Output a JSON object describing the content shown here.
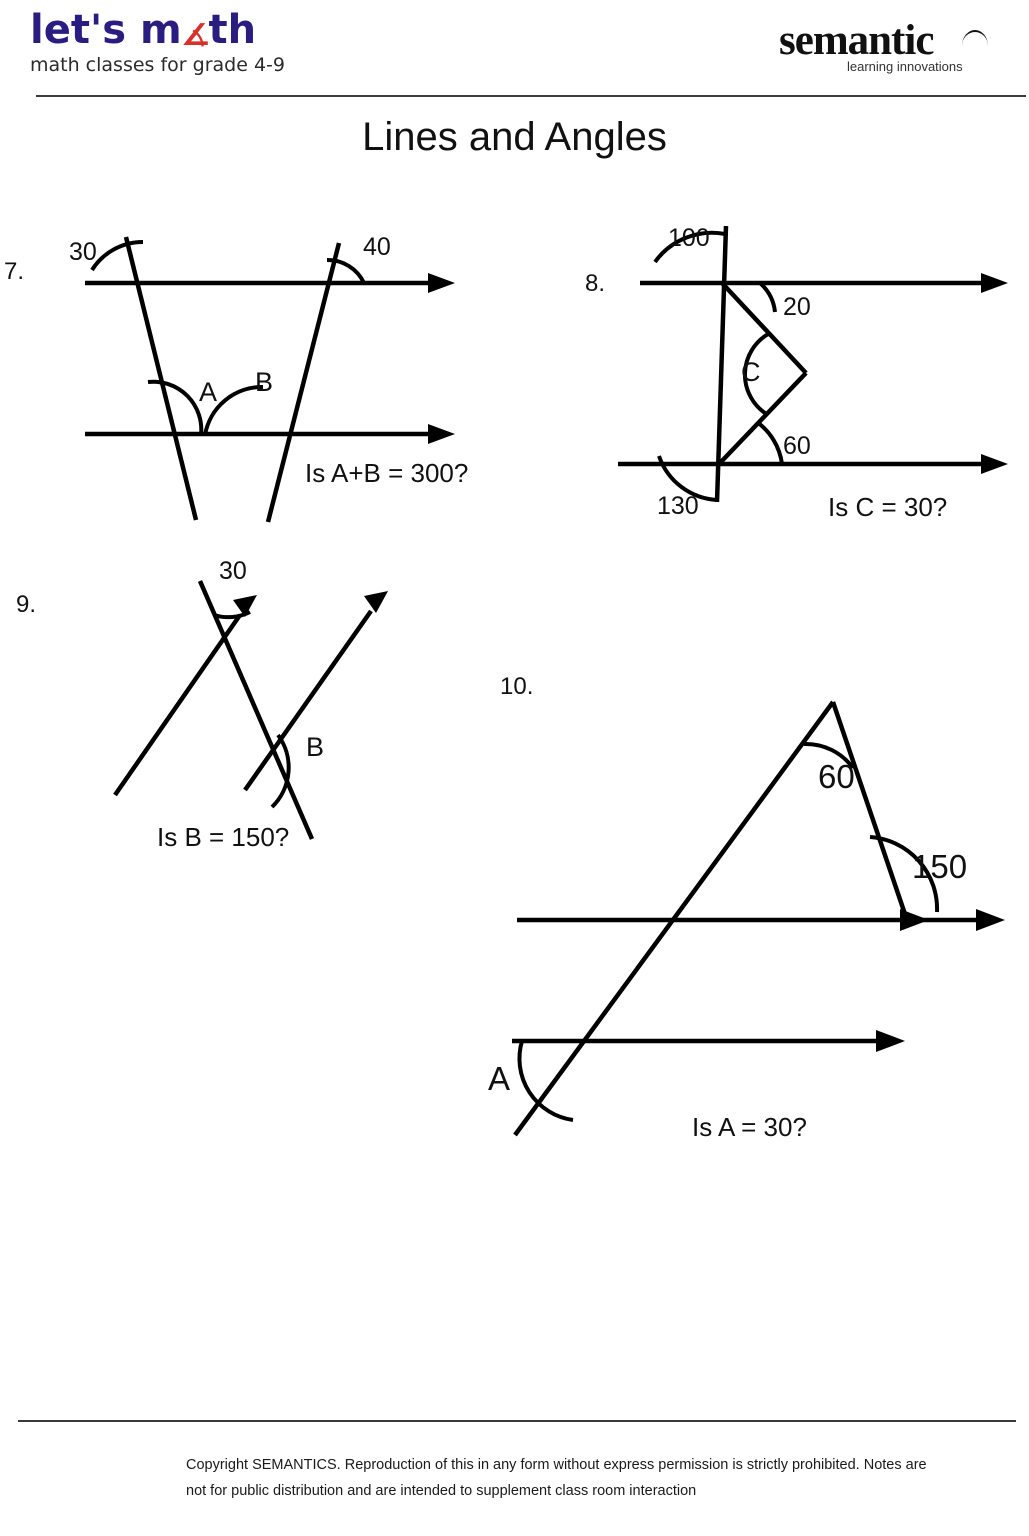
{
  "header": {
    "brand_main_pre": "let's m",
    "brand_main_angle": "∡",
    "brand_main_post": "th",
    "brand_sub": "math classes for grade 4-9",
    "semantic_word": "semantic",
    "semantic_tagline": "learning innovations"
  },
  "title": "Lines and Angles",
  "problems": [
    {
      "number": "7.",
      "labels": {
        "left_angle": "30",
        "right_angle": "40",
        "A": "A",
        "B": "B"
      },
      "question": "Is A+B = 300?"
    },
    {
      "number": "8.",
      "labels": {
        "top_angle": "100",
        "upper_angle": "20",
        "C": "C",
        "lower_angle": "60",
        "bottom_angle": "130"
      },
      "question": "Is C = 30?"
    },
    {
      "number": "9.",
      "labels": {
        "top_angle": "30",
        "B": "B"
      },
      "question": "Is B = 150?"
    },
    {
      "number": "10.",
      "labels": {
        "apex_angle": "60",
        "exterior_angle": "150",
        "A": "A"
      },
      "question": "Is A = 30?"
    }
  ],
  "footer": {
    "line1": "Copyright SEMANTICS. Reproduction of this in any form without express permission is strictly prohibited. Notes are",
    "line2": "not for public distribution and are intended to supplement class room interaction"
  },
  "colors": {
    "brand_purple": "#2a1d82",
    "brand_red": "#d8302a",
    "ink": "#000000",
    "rule": "#3a3a3a"
  }
}
